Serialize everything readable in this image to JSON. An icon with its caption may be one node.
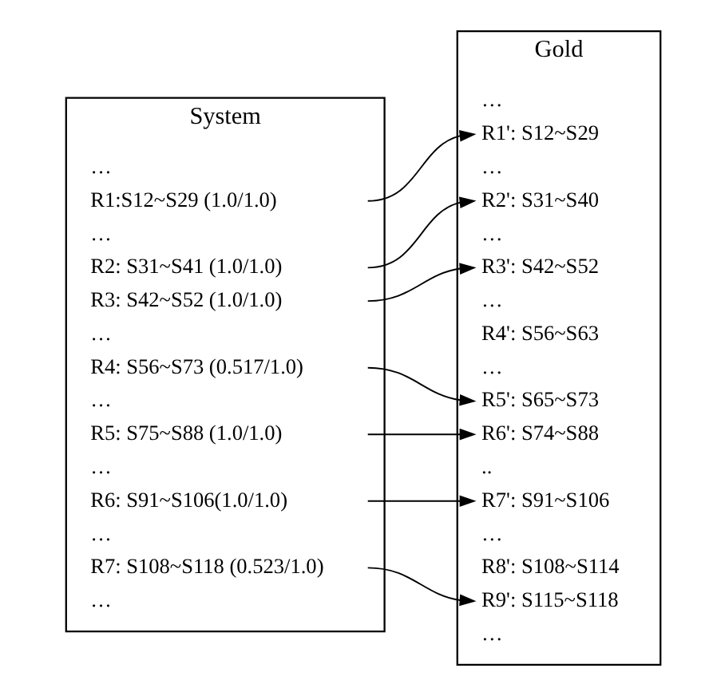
{
  "diagram": {
    "nodes": [
      {
        "text": [
          "System"
        ]
      },
      {
        "text": [
          "…"
        ],
        "in": 0
      },
      {
        "text": [
          "R1:S12~S29 (1.0/1.0)"
        ],
        "in": 0
      },
      {
        "text": [
          "…"
        ],
        "in": 0
      },
      {
        "text": [
          "R2: S31~S41 (1.0/1.0)"
        ],
        "in": 0
      },
      {
        "text": [
          "R3: S42~S52 (1.0/1.0)"
        ],
        "in": 0
      },
      {
        "text": [
          "…"
        ],
        "in": 0
      },
      {
        "text": [
          "R4: S56~S73 (0.517/1.0)"
        ],
        "in": 0
      },
      {
        "text": [
          "…"
        ],
        "in": 0
      },
      {
        "text": [
          "R5: S75~S88 (1.0/1.0)"
        ],
        "in": 0
      },
      {
        "text": [
          "…"
        ],
        "in": 0
      },
      {
        "text": [
          "R6: S91~S106(1.0/1.0)"
        ],
        "in": 0
      },
      {
        "text": [
          "…"
        ],
        "in": 0
      },
      {
        "text": [
          "R7: S108~S118 (0.523/1.0)"
        ],
        "in": 0
      },
      {
        "text": [
          "…"
        ],
        "in": 0
      },
      {
        "text": [
          "Gold"
        ]
      },
      {
        "text": [
          "…"
        ],
        "in": 15
      },
      {
        "text": [
          "R1': S12~S29"
        ],
        "in": 15
      },
      {
        "text": [
          "…"
        ],
        "in": 15
      },
      {
        "text": [
          "R2': S31~S40"
        ],
        "in": 15
      },
      {
        "text": [
          "…"
        ],
        "in": 15
      },
      {
        "text": [
          "R3': S42~S52"
        ],
        "in": 15
      },
      {
        "text": [
          "…"
        ],
        "in": 15
      },
      {
        "text": [
          "R4': S56~S63"
        ],
        "in": 15
      },
      {
        "text": [
          "…"
        ],
        "in": 15
      },
      {
        "text": [
          "R5': S65~S73"
        ],
        "in": 15
      },
      {
        "text": [
          "R6': S74~S88"
        ],
        "in": 15
      },
      {
        "text": [
          ".."
        ],
        "in": 15
      },
      {
        "text": [
          "R7': S91~S106"
        ],
        "in": 15
      },
      {
        "text": [
          "…"
        ],
        "in": 15
      },
      {
        "text": [
          "R8': S108~S114"
        ],
        "in": 15
      },
      {
        "text": [
          "R9': S115~S118"
        ],
        "in": 15
      },
      {
        "text": [
          "…"
        ],
        "in": 15
      }
    ],
    "edges": [
      {
        "from": 2,
        "to": 17,
        "arrow": "to"
      },
      {
        "from": 4,
        "to": 19,
        "arrow": "to"
      },
      {
        "from": 5,
        "to": 21,
        "arrow": "to"
      },
      {
        "from": 7,
        "to": 25,
        "arrow": "to"
      },
      {
        "from": 9,
        "to": 26,
        "arrow": "to"
      },
      {
        "from": 11,
        "to": 28,
        "arrow": "to"
      },
      {
        "from": 13,
        "to": 31,
        "arrow": "to"
      }
    ]
  }
}
